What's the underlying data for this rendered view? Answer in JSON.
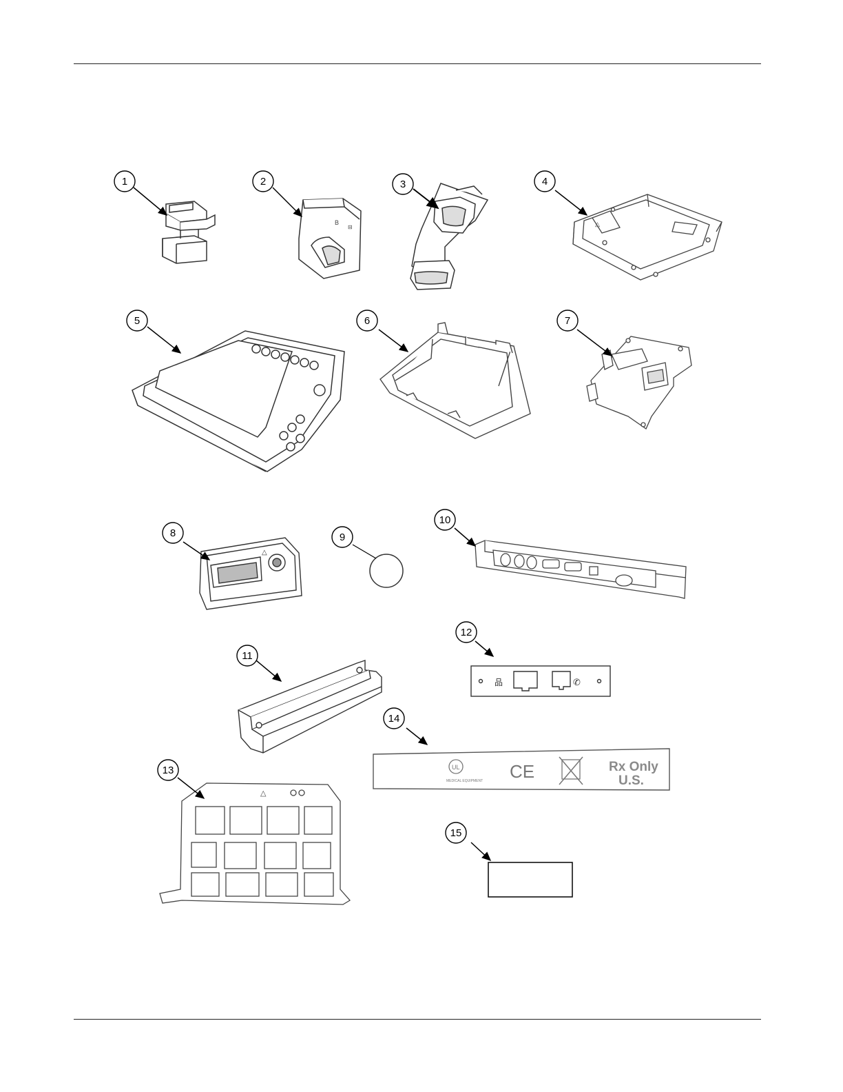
{
  "figure": {
    "callouts": [
      {
        "id": "callout-1",
        "number": "1"
      },
      {
        "id": "callout-2",
        "number": "2"
      },
      {
        "id": "callout-3",
        "number": "3"
      },
      {
        "id": "callout-4",
        "number": "4"
      },
      {
        "id": "callout-5",
        "number": "5"
      },
      {
        "id": "callout-6",
        "number": "6"
      },
      {
        "id": "callout-7",
        "number": "7"
      },
      {
        "id": "callout-8",
        "number": "8"
      },
      {
        "id": "callout-9",
        "number": "9"
      },
      {
        "id": "callout-10",
        "number": "10"
      },
      {
        "id": "callout-11",
        "number": "11"
      },
      {
        "id": "callout-12",
        "number": "12"
      },
      {
        "id": "callout-13",
        "number": "13"
      },
      {
        "id": "callout-14",
        "number": "14"
      },
      {
        "id": "callout-15",
        "number": "15"
      }
    ],
    "part14": {
      "rx_line1": "Rx Only",
      "rx_line2": "U.S."
    }
  }
}
